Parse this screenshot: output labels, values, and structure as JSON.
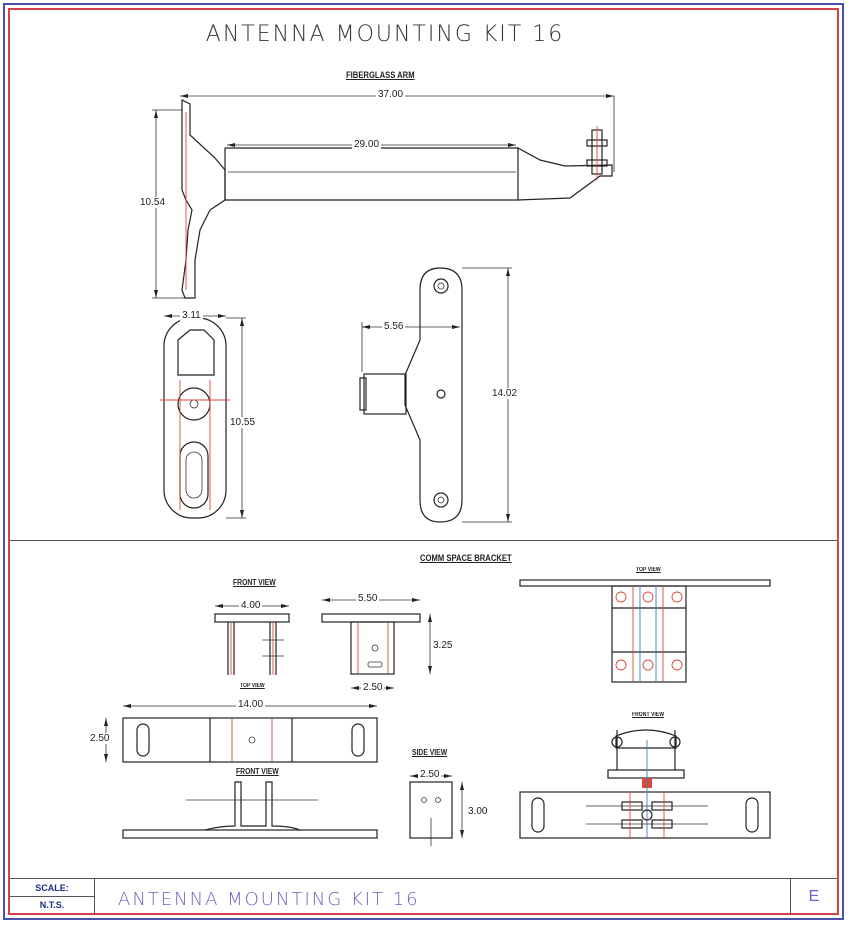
{
  "title": "ANTENNA MOUNTING KIT 16",
  "sections": {
    "fiberglass_arm": "FIBERGLASS ARM",
    "comm_space_bracket": "COMM SPACE BRACKET"
  },
  "views": {
    "front_view_1": "FRONT VIEW",
    "top_view_1": "TOP VIEW",
    "top_view_2": "TOP VIEW",
    "front_view_2": "FRONT VIEW",
    "side_view": "SIDE VIEW",
    "front_view_3": "FRONT VIEW"
  },
  "dimensions": {
    "arm_overall": "37.00",
    "arm_tube": "29.00",
    "arm_height": "10.54",
    "base_width": "3.11",
    "base_height": "10.55",
    "plate_offset": "5.56",
    "plate_height": "14.02",
    "bracket_front_width": "4.00",
    "bracket_width": "5.50",
    "bracket_height": "3.25",
    "bracket_base": "2.50",
    "top_view_length": "14.00",
    "top_view_depth": "2.50",
    "side_width": "2.50",
    "side_height": "3.00"
  },
  "title_block": {
    "scale_label": "SCALE:",
    "scale_value": "N.T.S.",
    "drawing_title": "ANTENNA MOUNTING KIT 16",
    "revision": "E"
  }
}
